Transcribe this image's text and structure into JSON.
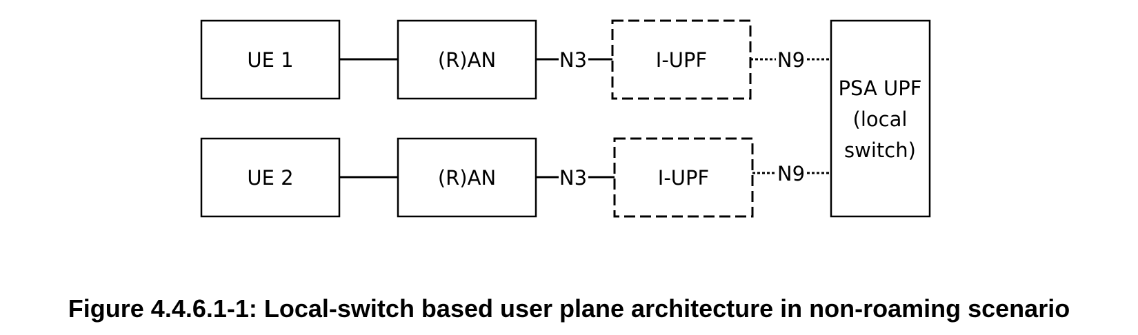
{
  "nodes": {
    "ue1": "UE 1",
    "ran1": "(R)AN",
    "iupf1": "I-UPF",
    "ue2": "UE 2",
    "ran2": "(R)AN",
    "iupf2": "I-UPF",
    "psa_upf": [
      "PSA UPF",
      "(local",
      "switch)"
    ]
  },
  "interfaces": {
    "n3_top": "N3",
    "n9_top": "N9",
    "n3_bottom": "N3",
    "n9_bottom": "N9"
  },
  "caption": "Figure 4.4.6.1-1: Local-switch based user plane architecture in non-roaming scenario",
  "colors": {
    "stroke": "#000000",
    "background": "#ffffff"
  }
}
